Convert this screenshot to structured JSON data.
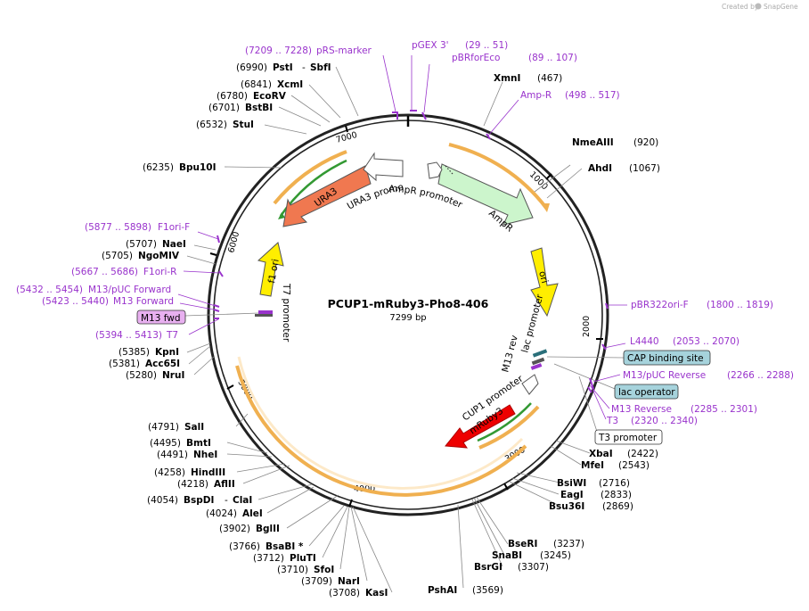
{
  "credit": "Created by",
  "brand": "SnapGene",
  "plasmid": {
    "name": "PCUP1-mRuby3-Pho8-406",
    "size": "7299 bp"
  },
  "ticks": [
    "1000",
    "2000",
    "3000",
    "4000",
    "5000",
    "6000",
    "7000"
  ],
  "enzymes": [
    {
      "pos": "(6990)",
      "name": "PstI",
      "extra": "SbfI"
    },
    {
      "pos": "(6841)",
      "name": "XcmI"
    },
    {
      "pos": "(6780)",
      "name": "EcoRV"
    },
    {
      "pos": "(6701)",
      "name": "BstBI"
    },
    {
      "pos": "(6532)",
      "name": "StuI"
    },
    {
      "pos": "(6235)",
      "name": "Bpu10I"
    },
    {
      "pos": "(5707)",
      "name": "NaeI"
    },
    {
      "pos": "(5705)",
      "name": "NgoMIV"
    },
    {
      "pos": "(5385)",
      "name": "KpnI"
    },
    {
      "pos": "(5381)",
      "name": "Acc65I"
    },
    {
      "pos": "(5280)",
      "name": "NruI"
    },
    {
      "pos": "(4791)",
      "name": "SalI"
    },
    {
      "pos": "(4495)",
      "name": "BmtI"
    },
    {
      "pos": "(4491)",
      "name": "NheI"
    },
    {
      "pos": "(4258)",
      "name": "HindIII"
    },
    {
      "pos": "(4218)",
      "name": "AflII"
    },
    {
      "pos": "(4054)",
      "name": "BspDI",
      "extra": "ClaI"
    },
    {
      "pos": "(4024)",
      "name": "AleI"
    },
    {
      "pos": "(3902)",
      "name": "BglII"
    },
    {
      "pos": "(3766)",
      "name": "BsaBI *"
    },
    {
      "pos": "(3712)",
      "name": "PluTI"
    },
    {
      "pos": "(3710)",
      "name": "SfoI"
    },
    {
      "pos": "(3709)",
      "name": "NarI"
    },
    {
      "pos": "(3708)",
      "name": "KasI"
    },
    {
      "pos": "(3569)",
      "name": "PshAI"
    },
    {
      "pos": "(3307)",
      "name": "BsrGI"
    },
    {
      "pos": "(3245)",
      "name": "SnaBI"
    },
    {
      "pos": "(3237)",
      "name": "BseRI"
    },
    {
      "pos": "(2869)",
      "name": "Bsu36I"
    },
    {
      "pos": "(2833)",
      "name": "EagI"
    },
    {
      "pos": "(2716)",
      "name": "BsiWI"
    },
    {
      "pos": "(2543)",
      "name": "MfeI"
    },
    {
      "pos": "(2422)",
      "name": "XbaI"
    },
    {
      "pos": "(1067)",
      "name": "AhdI"
    },
    {
      "pos": "(920)",
      "name": "NmeAIII"
    },
    {
      "pos": "(467)",
      "name": "XmnI"
    }
  ],
  "primers": [
    {
      "range": "(7209 .. 7228)",
      "name": "pRS-marker"
    },
    {
      "range": "",
      "name": "pGEX 3'"
    },
    {
      "range": "(29 .. 51)",
      "name": ""
    },
    {
      "range": "(89 .. 107)",
      "name": "pBRforEco"
    },
    {
      "range": "(498 .. 517)",
      "name": "Amp-R"
    },
    {
      "range": "(5877 .. 5898)",
      "name": "F1ori-F"
    },
    {
      "range": "(5667 .. 5686)",
      "name": "F1ori-R"
    },
    {
      "range": "(5432 .. 5454)",
      "name": "M13/pUC Forward"
    },
    {
      "range": "(5423 .. 5440)",
      "name": "M13 Forward"
    },
    {
      "range": "(5394 .. 5413)",
      "name": "T7"
    },
    {
      "range": "(1800 .. 1819)",
      "name": "pBR322ori-F"
    },
    {
      "range": "(2053 .. 2070)",
      "name": "L4440"
    },
    {
      "range": "(2266 .. 2288)",
      "name": "M13/pUC Reverse"
    },
    {
      "range": "(2285 .. 2301)",
      "name": "M13 Reverse"
    },
    {
      "range": "(2320 .. 2340)",
      "name": "T3"
    }
  ],
  "boxes": [
    {
      "label": "M13 fwd",
      "color": "#e8b0f0"
    },
    {
      "label": "CAP binding site",
      "color": "#a6d3dc"
    },
    {
      "label": "lac operator",
      "color": "#a6d3dc"
    },
    {
      "label": "T3 promoter",
      "color": "#ffffff"
    }
  ],
  "features": {
    "ura3_promoter": "URA3 promoter",
    "ampr_promoter": "AmpR promoter",
    "ampr": "AmpR",
    "ura3": "URA3",
    "ori": "ori",
    "f1_ori": "f1 ori",
    "t7_promoter": "T7 promoter",
    "lac_promoter": "lac promoter",
    "m13_rev": "M13 rev",
    "cup1_promoter": "CUP1 promoter",
    "mruby3": "mRuby3"
  },
  "colors": {
    "ampr": "#ccf5cc",
    "ura3": "#f07850",
    "ori": "#ffee00",
    "mruby3": "#ee0000",
    "orf": "#f0b050",
    "orf_inner": "#339933",
    "primer": "#9933cc"
  }
}
